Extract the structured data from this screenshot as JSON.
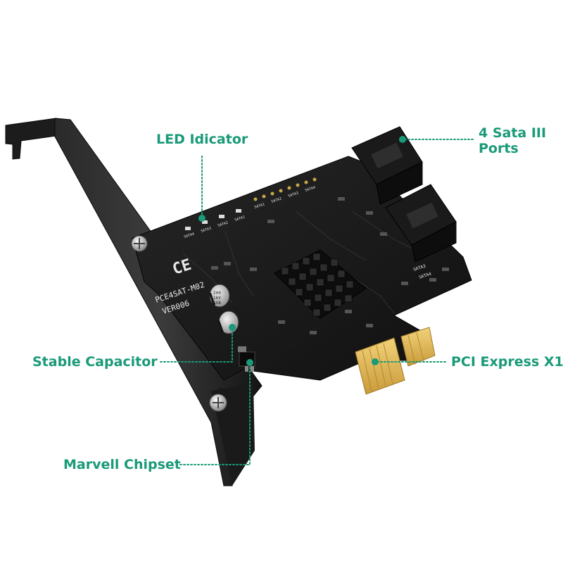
{
  "accent_color": "#1a9a78",
  "labels": {
    "led": "LED Idicator",
    "sata": "4 Sata III\nPorts",
    "capacitor": "Stable Capacitor",
    "pcie": "PCI Express X1",
    "chipset": "Marvell Chipset"
  },
  "board": {
    "model": "PCE4SAT-M02",
    "version": "VER006",
    "marks": "CE",
    "led_labels": [
      "SATA4",
      "SATA3",
      "SATA2",
      "SATA1"
    ],
    "header_labels": [
      "SATA1",
      "SATA2",
      "SATA3",
      "SATA4"
    ],
    "port_labels": [
      "SATA3",
      "SATA4"
    ],
    "capacitor_text": [
      "200",
      "16V",
      "KX8"
    ]
  }
}
